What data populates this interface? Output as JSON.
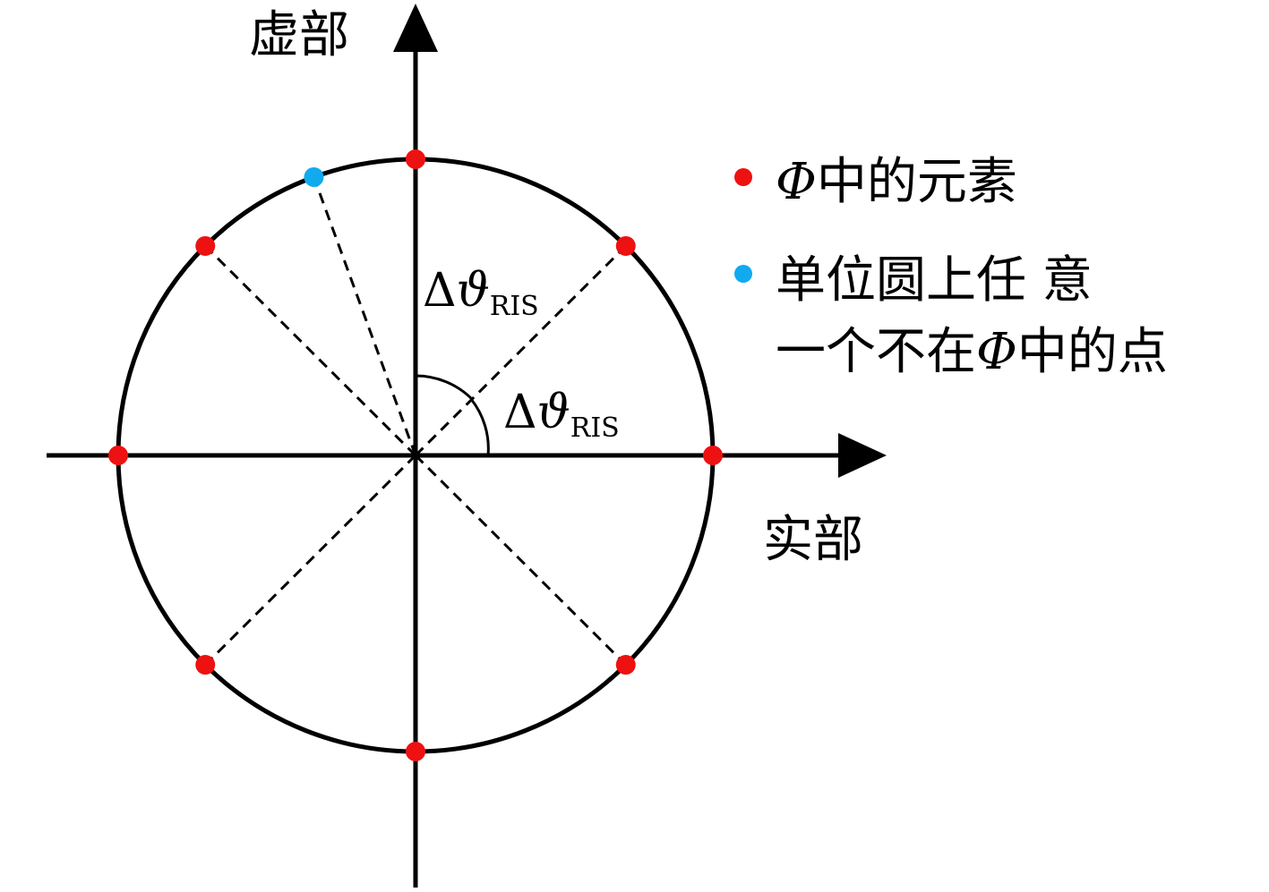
{
  "axes": {
    "imaginary_label": "虚部",
    "real_label": "实部"
  },
  "angle_labels": [
    {
      "delta": "Δ",
      "symbol": "ϑ",
      "subscript": "RIS"
    },
    {
      "delta": "Δ",
      "symbol": "ϑ",
      "subscript": "RIS"
    }
  ],
  "legend": {
    "items": [
      {
        "color": "#ee1111",
        "line1_symbol": "Φ",
        "line1_text": "中的元素"
      },
      {
        "color": "#11aaee",
        "line1_text": "单位圆上任 意",
        "line2_prefix": "一个不在",
        "line2_symbol": "Φ",
        "line2_suffix": "中的点"
      }
    ]
  },
  "points": {
    "phi_element_angles_deg": [
      0,
      45,
      90,
      135,
      180,
      225,
      270,
      315
    ],
    "phi_element_color": "#ee1111",
    "arbitrary_point_angle_deg": 110,
    "arbitrary_point_color": "#11aaee"
  }
}
